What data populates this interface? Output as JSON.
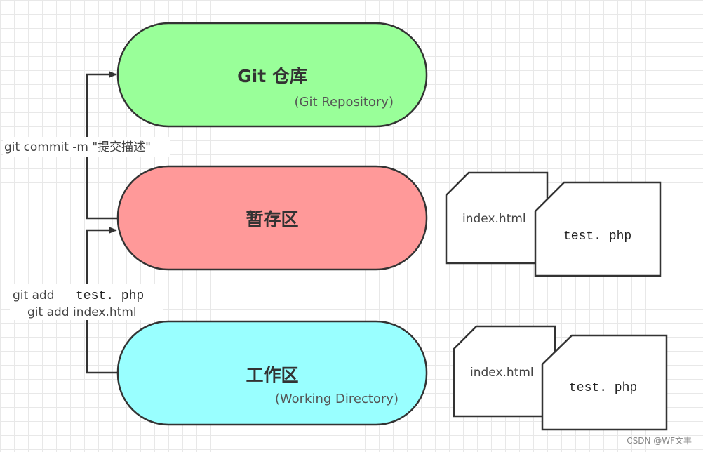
{
  "repository": {
    "title": "Git 仓库",
    "subtitle": "(Git Repository)",
    "color": "#99ff99"
  },
  "staging": {
    "title": "暂存区",
    "color": "#ff9999"
  },
  "working": {
    "title": "工作区",
    "subtitle": "(Working Directory)",
    "color": "#99ffff"
  },
  "commands": {
    "commit": "git commit -m \"提交描述\"",
    "add_1_cmd": "git add",
    "add_1_file": "test. php",
    "add_2": "git add index.html"
  },
  "staging_files": {
    "back": "index.html",
    "front": "test. php"
  },
  "working_files": {
    "back": "index.html",
    "front": "test. php"
  },
  "watermark": "CSDN @WF文丰",
  "colors": {
    "stroke": "#333333",
    "file_fill": "#ffffff"
  }
}
